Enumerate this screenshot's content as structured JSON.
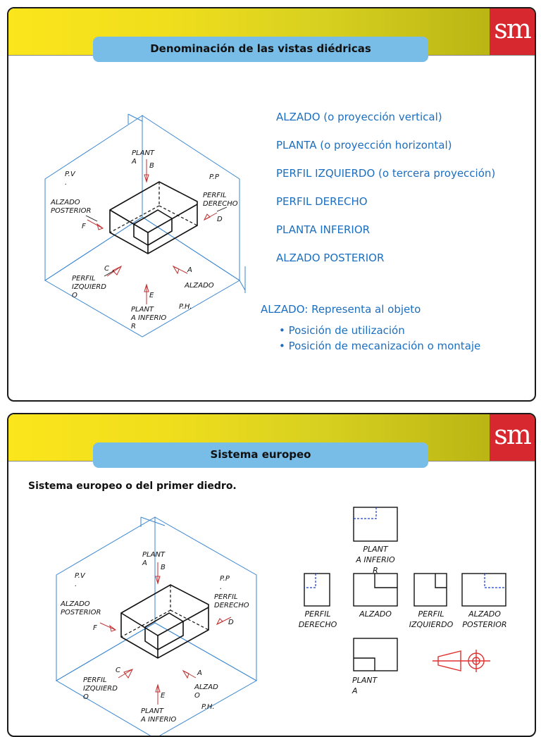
{
  "slide1": {
    "title": "Denominación de las vistas diédricas",
    "logo": "sm",
    "views": [
      "ALZADO (o proyección vertical)",
      "PLANTA (o proyección horizontal)",
      "PERFIL IZQUIERDO (o tercera proyección)",
      "PERFIL DERECHO",
      "PLANTA INFERIOR",
      "ALZADO POSTERIOR"
    ],
    "alzado_heading": "ALZADO: Representa al objeto",
    "bullets": [
      "Posición de utilización",
      "Posición de mecanización o montaje"
    ],
    "diagram": {
      "pv": "P.V\n.",
      "pp": "P.P",
      "ph": "P.H.",
      "planta": "PLANT\nA",
      "alzado_posterior": "ALZADO\nPOSTERIOR",
      "perfil_derecho": "PERFIL\nDERECHO",
      "perfil_izquierdo": "PERFIL\nIZQUIERD\nO",
      "alzado": "ALZADO",
      "planta_inferior": "PLANT\nA INFERIO\nR",
      "letters": {
        "a": "A",
        "b": "B",
        "c": "C",
        "d": "D",
        "e": "E",
        "f": "F"
      }
    }
  },
  "slide2": {
    "title": "Sistema europeo",
    "logo": "sm",
    "subtitle": "Sistema europeo o del primer diedro.",
    "diagram": {
      "pv": "P.V\n.",
      "pp": "P.P\n.",
      "ph": "P.H.",
      "planta": "PLANT\nA",
      "alzado_posterior": "ALZADO\nPOSTERIOR",
      "perfil_derecho": "PERFIL\nDERECHO",
      "perfil_izquierdo": "PERFIL\nIZQUIERD\nO",
      "alzado": "ALZAD\nO",
      "planta_inferior": "PLANT\nA INFERIO",
      "letters": {
        "a": "A",
        "b": "B",
        "c": "C",
        "d": "D",
        "e": "E",
        "f": "F"
      }
    },
    "views": {
      "planta_inferior": "PLANT\nA INFERIO\nR",
      "perfil_derecho": "PERFIL\nDERECHO",
      "alzado": "ALZADO",
      "perfil_izquierdo": "PERFIL\nIZQUIERDO",
      "alzado_posterior": "ALZADO\nPOSTERIOR",
      "planta": "PLANT\nA"
    }
  },
  "colors": {
    "accent_blue": "#1c6fc0",
    "title_box": "#78bce8",
    "logo_red": "#d7282f",
    "symbol_red": "#e03030"
  }
}
